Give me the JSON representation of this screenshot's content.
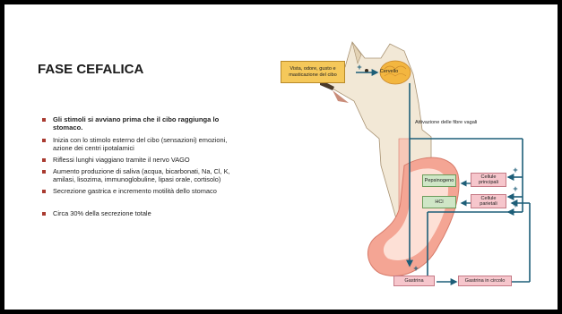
{
  "slide": {
    "title": "FASE CEFALICA",
    "bullets": [
      "Gli stimoli si avviano prima che il cibo raggiunga lo stomaco.",
      "Inizia con lo stimolo esterno del cibo (sensazioni) emozioni, azione dei centri ipotalamici",
      "Riflessi lunghi viaggiano  tramite il nervo VAGO",
      "Aumento produzione di saliva (acqua, bicarbonati, Na, Cl, K, amilasi, lisozima, immunoglobuline, lipasi orale, cortisolo)",
      "Secrezione gastrica e incremento motilità dello stomaco",
      "Circa 30% della secrezione totale"
    ]
  },
  "diagram": {
    "stimulus_box": "Vista, odore, gusto e masticazione del cibo",
    "brain_label": "Cervello",
    "vagal_label": "Attivazione delle fibre vagali",
    "pepsinogen_label": "Pepsinogeno",
    "hcl_label": "HCl",
    "chief_cells_label": "Cellule principali",
    "parietal_cells_label": "Cellule parietali",
    "gastrin_label": "Gastrina",
    "circulating_gastrin_label": "Gastrina in circolo",
    "plus_sign": "+",
    "colors": {
      "stimulus_fill": "#f5c85a",
      "brain_fill": "#f3b640",
      "cell_fill": "#f6c6cc",
      "secretion_fill": "#cfe6c6",
      "arrow": "#1d5e78",
      "stomach": "#e98c7c"
    }
  }
}
